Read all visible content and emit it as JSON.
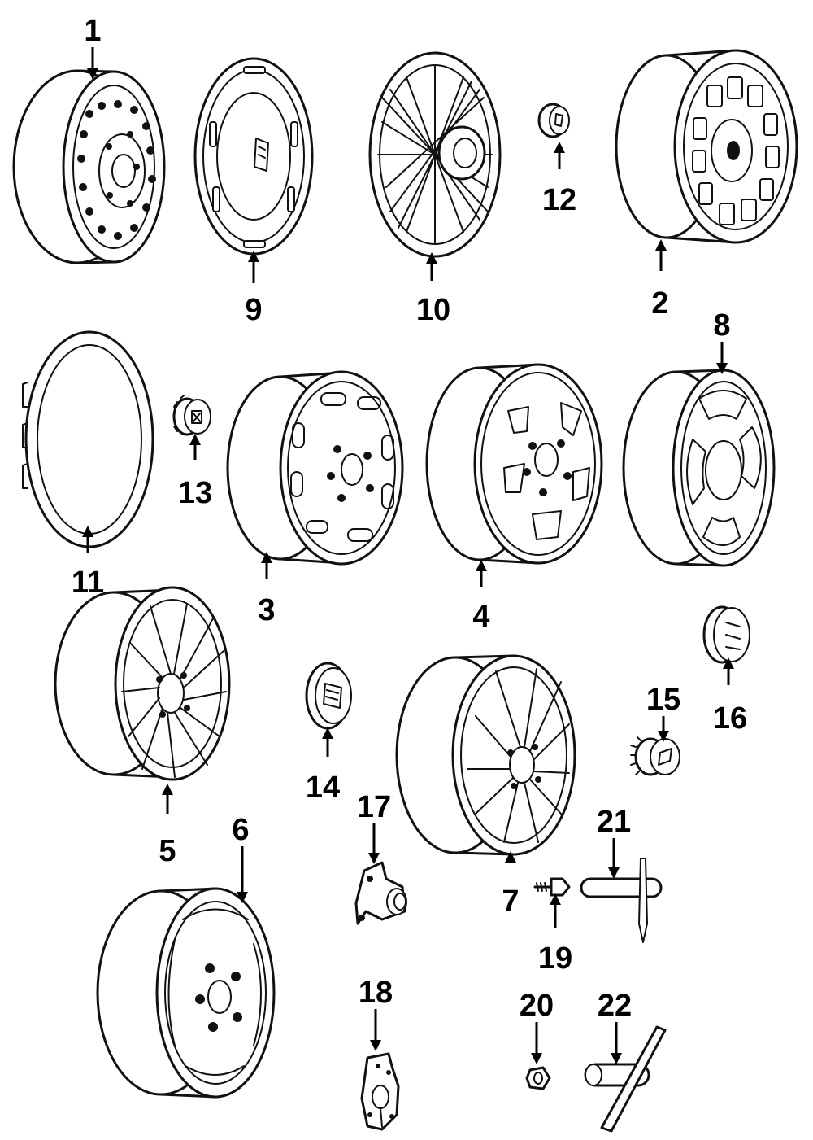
{
  "callouts": {
    "p1": "1",
    "p2": "2",
    "p3": "3",
    "p4": "4",
    "p5": "5",
    "p6": "6",
    "p7": "7",
    "p8": "8",
    "p9": "9",
    "p10": "10",
    "p11": "11",
    "p12": "12",
    "p13": "13",
    "p14": "14",
    "p15": "15",
    "p16": "16",
    "p17": "17",
    "p18": "18",
    "p19": "19",
    "p20": "20",
    "p21": "21",
    "p22": "22"
  }
}
